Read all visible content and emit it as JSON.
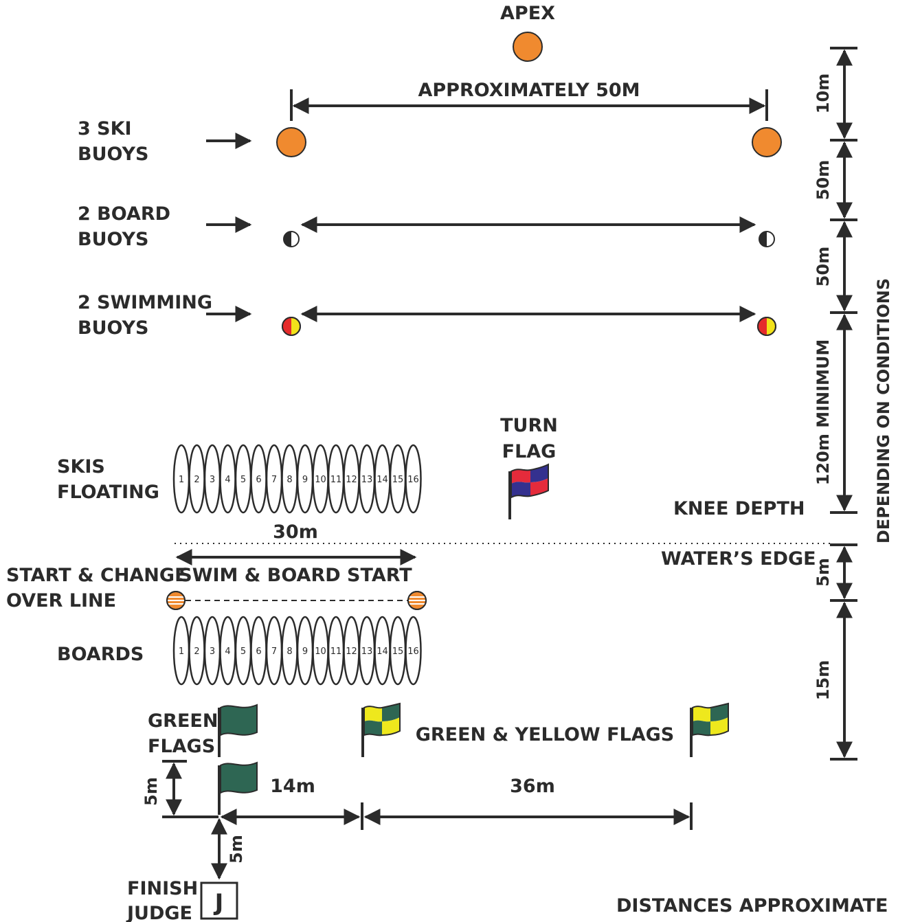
{
  "labels": {
    "apex": "APEX",
    "approx_50m": "APPROXIMATELY 50M",
    "ski_buoys_1": "3 SKI",
    "ski_buoys_2": "BUOYS",
    "board_buoys_1": "2 BOARD",
    "board_buoys_2": "BUOYS",
    "swim_buoys_1": "2 SWIMMING",
    "swim_buoys_2": "BUOYS",
    "turn_flag_1": "TURN",
    "turn_flag_2": "FLAG",
    "skis_floating_1": "SKIS",
    "skis_floating_2": "FLOATING",
    "knee_depth": "KNEE DEPTH",
    "thirty_m": "30m",
    "waters_edge": "WATER’S EDGE",
    "start_change_1": "START & CHANGE",
    "start_change_2": "OVER LINE",
    "swim_board_start": "SWIM & BOARD START",
    "boards": "BOARDS",
    "green_flags_1": "GREEN",
    "green_flags_2": "FLAGS",
    "green_yellow_flags": "GREEN & YELLOW FLAGS",
    "fourteen_m": "14m",
    "thirtysix_m": "36m",
    "five_m": "5m",
    "finish_judge_1": "FINISH",
    "finish_judge_2": "JUDGE",
    "judge_letter": "J",
    "distances_approx": "DISTANCES APPROXIMATE",
    "right_10m": "10m",
    "right_50m_a": "50m",
    "right_50m_b": "50m",
    "right_120m": "120m MINIMUM",
    "right_5m": "5m",
    "right_15m": "15m",
    "depending": "DEPENDING ON CONDITIONS"
  },
  "lane_numbers": [
    "1",
    "2",
    "3",
    "4",
    "5",
    "6",
    "7",
    "8",
    "9",
    "10",
    "11",
    "12",
    "13",
    "14",
    "15",
    "16"
  ],
  "colors": {
    "ink": "#2b2b2b",
    "ski_buoy_orange": "#f08a2f",
    "swim_red": "#e52b2b",
    "swim_yellow": "#f2e21a",
    "flag_green": "#2e6653",
    "flag_yellow": "#eee81d",
    "flag_red": "#e52b3b",
    "flag_blue": "#34318f"
  }
}
